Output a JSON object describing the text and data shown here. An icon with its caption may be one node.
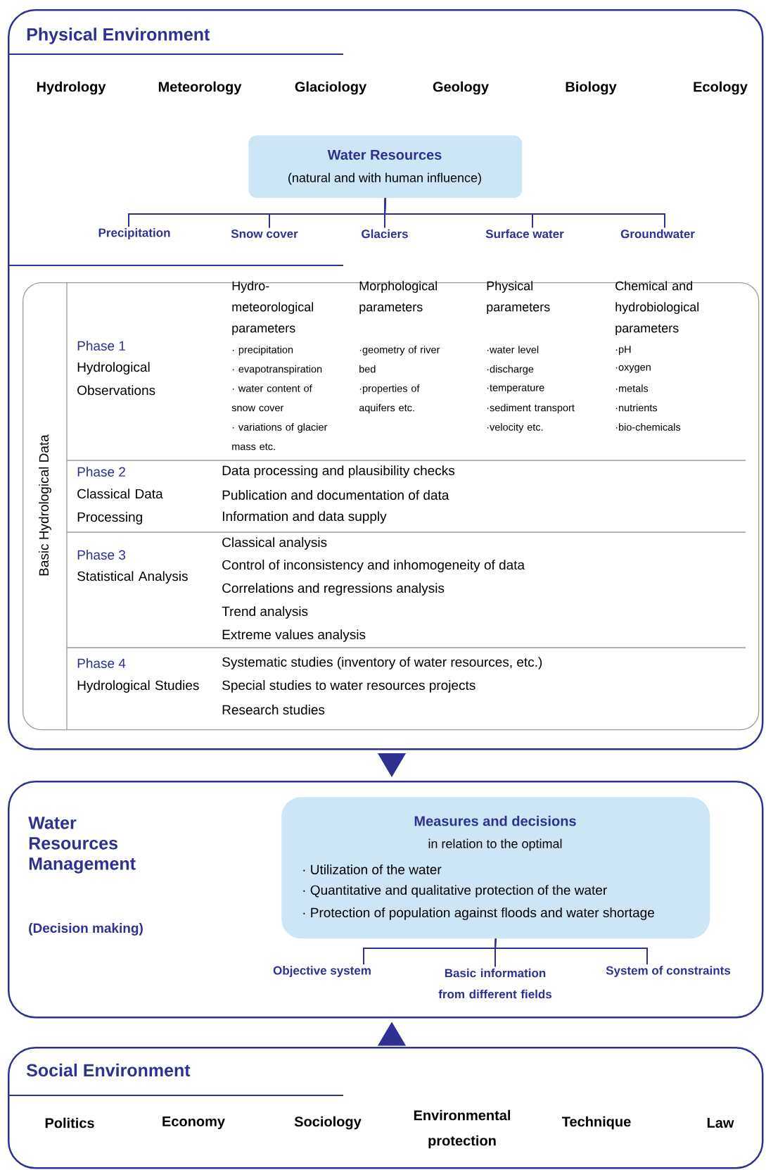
{
  "diagram": {
    "nodes": [
      {
        "text": [
          "Physical Environment"
        ]
      },
      {
        "text": [
          "Water Resources",
          "(natural and with human influence)"
        ],
        "in": 0
      },
      {
        "text": [
          "Precipitation"
        ],
        "in": 0
      },
      {
        "text": [
          "Snow cover"
        ],
        "in": 0
      },
      {
        "text": [
          "Glaciers"
        ],
        "in": 0
      },
      {
        "text": [
          "Surface water"
        ],
        "in": 0
      },
      {
        "text": [
          "Groundwater"
        ],
        "in": 0
      },
      {
        "text": [
          "Basic Hydrological Data"
        ],
        "in": 0
      },
      {
        "text": [
          "Phase 1",
          "Hydrological Observations",
          "Hydro-meteorological parameters",
          "· precipitation",
          "· evapotranspiration",
          "· water content of snow cover",
          "· variations of glacier mass etc.",
          "Morphological parameters",
          "·geometry of river bed",
          "·properties of aquifers etc.",
          "Physical parameters",
          "·water level",
          "·discharge",
          "·temperature",
          "·sediment transport",
          "·velocity etc.",
          "Chemical and hydrobiological parameters",
          "·pH",
          "·oxygen",
          "·metals",
          "·nutrients",
          "·bio-chemicals"
        ],
        "in": 7
      },
      {
        "text": [
          "Phase 2",
          "Classical Data Processing",
          "Data processing and plausibility checks",
          "Publication and documentation of data",
          "Information and data supply"
        ],
        "in": 7
      },
      {
        "text": [
          "Phase 3",
          "Statistical Analysis",
          "Classical analysis",
          "Control of inconsistency and inhomogeneity of data",
          "Correlations and regressions analysis",
          "Trend analysis",
          "Extreme values analysis"
        ],
        "in": 7
      },
      {
        "text": [
          "Phase 4",
          "Hydrological Studies",
          "Systematic studies (inventory of water resources, etc.)",
          "Special studies to water resources projects",
          "Research studies"
        ],
        "in": 7
      },
      {
        "text": [
          "Water Resources Management",
          "(Decision making)"
        ]
      },
      {
        "text": [
          "Measures and decisions",
          "in relation to the optimal",
          "· Utilization of the water",
          "· Quantitative and qualitative protection of the water",
          "· Protection of population against floods and water shortage"
        ],
        "in": 12
      },
      {
        "text": [
          "Objective system"
        ],
        "in": 12
      },
      {
        "text": [
          "Basic information from different fields"
        ],
        "in": 12
      },
      {
        "text": [
          "System of constraints"
        ],
        "in": 12
      },
      {
        "text": [
          "Social Environment"
        ]
      }
    ],
    "edges": [
      {
        "from": 1,
        "to": 2,
        "arrow": "none"
      },
      {
        "from": 1,
        "to": 3,
        "arrow": "none"
      },
      {
        "from": 1,
        "to": 4,
        "arrow": "none"
      },
      {
        "from": 1,
        "to": 5,
        "arrow": "none"
      },
      {
        "from": 1,
        "to": 6,
        "arrow": "none"
      },
      {
        "from": 0,
        "to": 12,
        "arrow": "to"
      },
      {
        "from": 17,
        "to": 12,
        "arrow": "to"
      },
      {
        "from": 13,
        "to": 14,
        "arrow": "none"
      },
      {
        "from": 13,
        "to": 15,
        "arrow": "none"
      },
      {
        "from": 13,
        "to": 16,
        "arrow": "none"
      }
    ],
    "labels": [
      "Hydrology",
      "Meteorology",
      "Glaciology",
      "Geology",
      "Biology",
      "Ecology",
      "Politics",
      "Economy",
      "Sociology",
      "Environmental protection",
      "Technique",
      "Law"
    ]
  }
}
